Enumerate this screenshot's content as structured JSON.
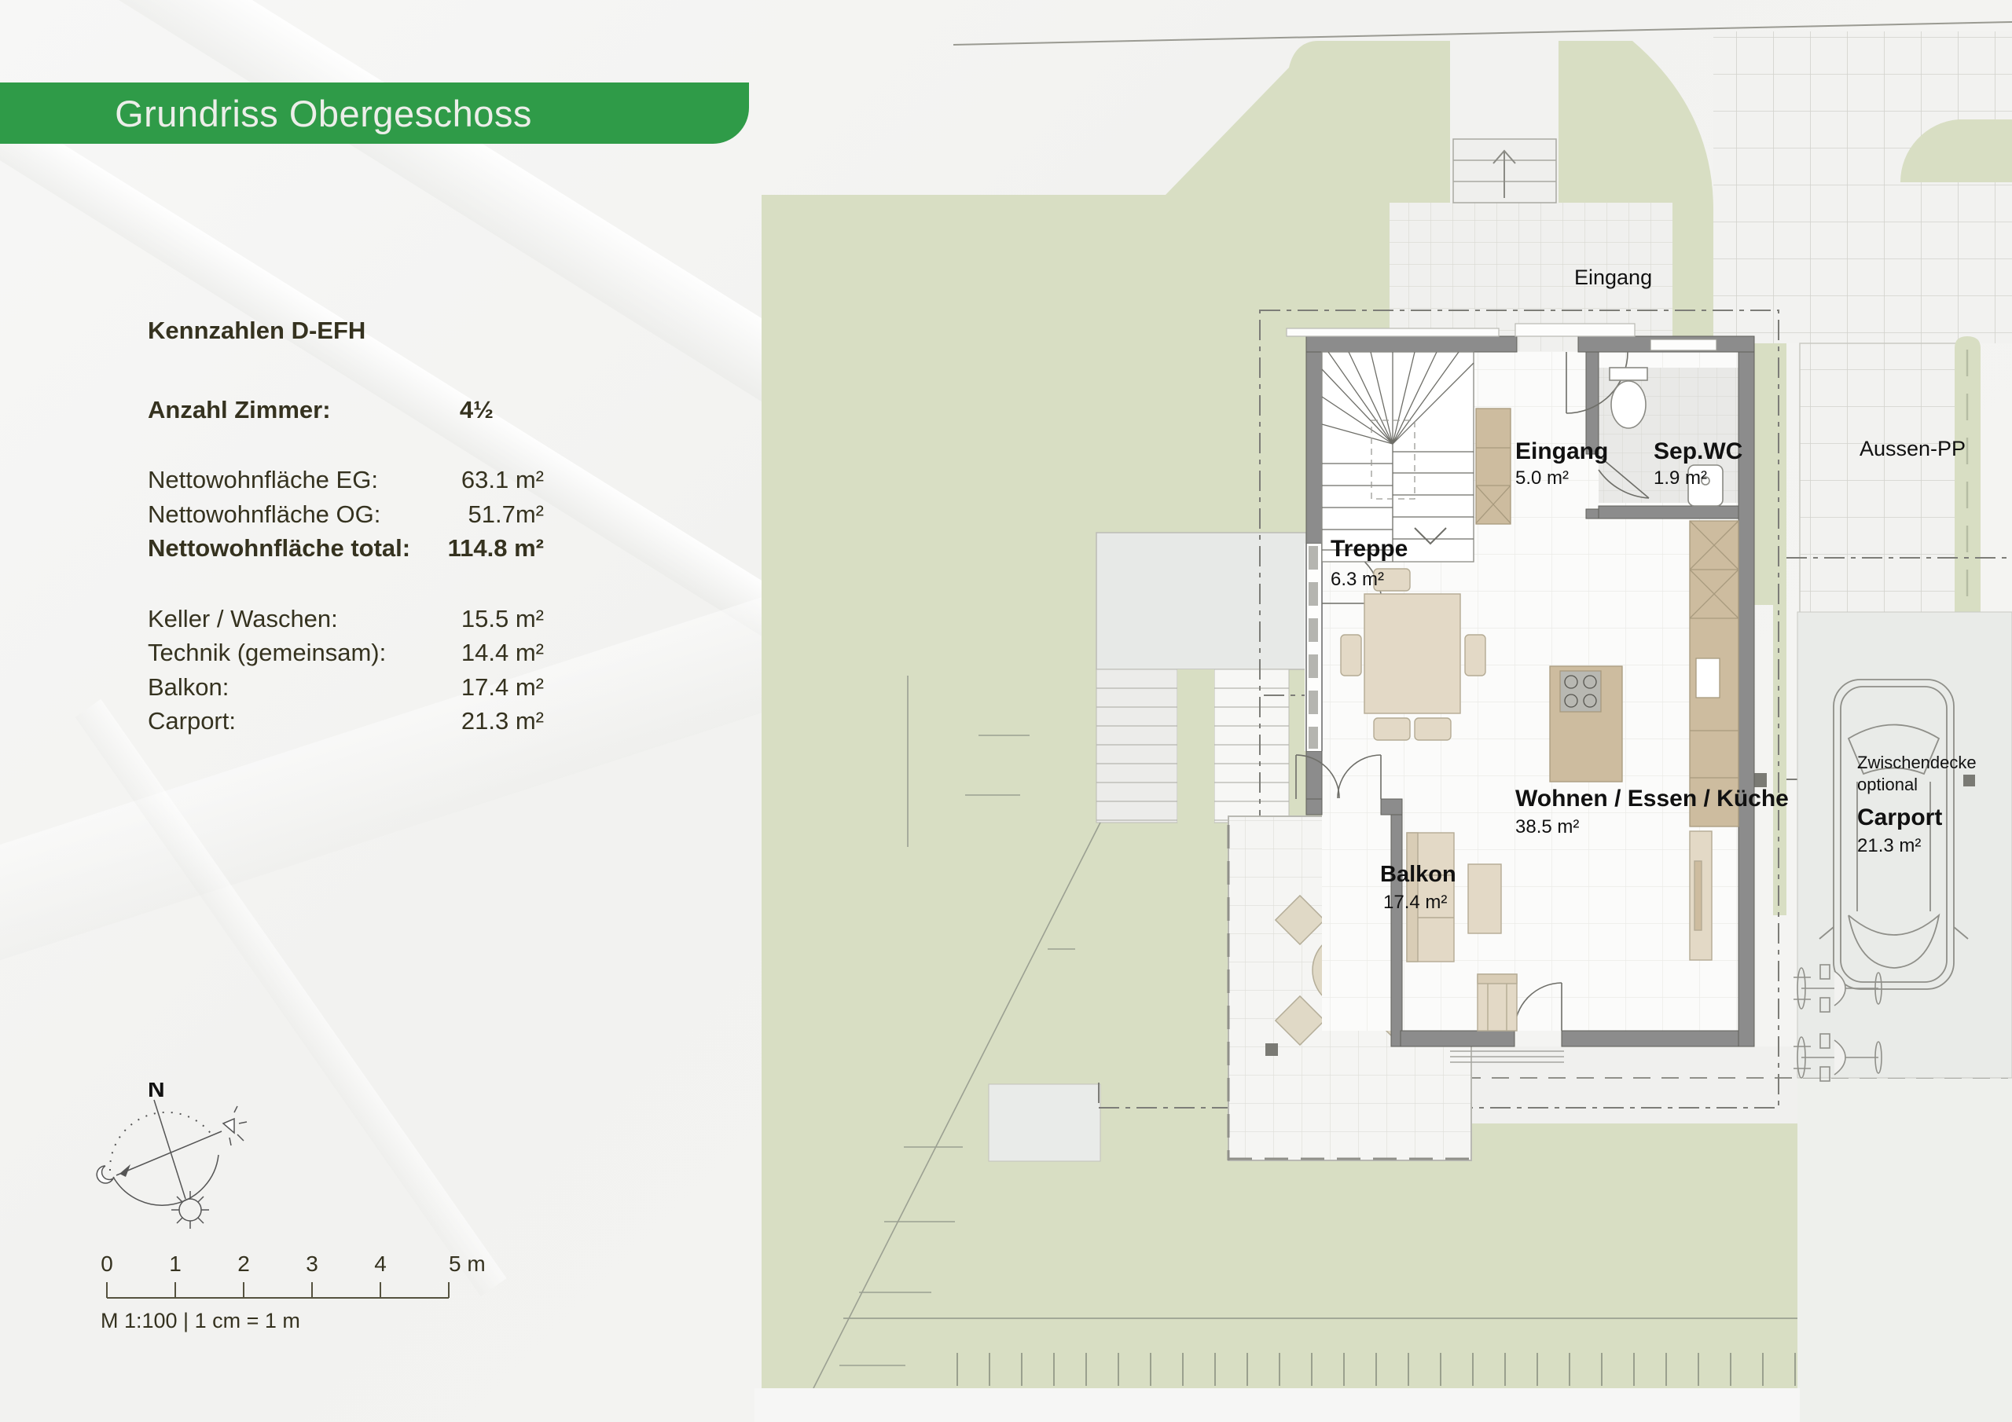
{
  "banner": {
    "title": "Grundriss Obergeschoss"
  },
  "stats": {
    "heading": "Kennzahlen D-EFH",
    "rows": [
      {
        "label": "Anzahl Zimmer:",
        "value": "4½",
        "bold": true,
        "pad": true,
        "gapBefore": false
      },
      {
        "label": "Nettowohnfläche EG:",
        "value": "63.1 m²",
        "gapBefore": true
      },
      {
        "label": "Nettowohnfläche OG:",
        "value": "51.7m²"
      },
      {
        "label": "Nettowohnfläche total:",
        "value": "114.8 m²",
        "bold": true
      },
      {
        "label": "Keller / Waschen:",
        "value": "15.5 m²",
        "gapBefore": true
      },
      {
        "label": "Technik (gemeinsam):",
        "value": "14.4 m²"
      },
      {
        "label": "Balkon:",
        "value": "17.4 m²"
      },
      {
        "label": "Carport:",
        "value": "21.3 m²"
      }
    ]
  },
  "compass": {
    "north_label": "N"
  },
  "scalebar": {
    "ticks": [
      "0",
      "1",
      "2",
      "3",
      "4",
      "5 m"
    ],
    "caption": "M 1:100 | 1 cm = 1 m"
  },
  "plan": {
    "site": {
      "entrance_path": "Eingang",
      "aussen_pp": "Aussen-PP"
    },
    "rooms": {
      "eingang": {
        "name": "Eingang",
        "area": "5.0 m²"
      },
      "sep_wc": {
        "name": "Sep.WC",
        "area": "1.9 m²"
      },
      "treppe": {
        "name": "Treppe",
        "area": "6.3 m²"
      },
      "wohnen": {
        "name": "Wohnen / Essen / Küche",
        "area": "38.5 m²"
      },
      "balkon": {
        "name": "Balkon",
        "area": "17.4 m²"
      },
      "carport": {
        "name": "Carport",
        "area": "21.3 m²",
        "note_line1": "Zwischendecke",
        "note_line2": "optional"
      }
    }
  },
  "colors": {
    "banner_green": "#2f9b48",
    "garden_green": "#d8dec3",
    "wall_gray": "#8c8c8c",
    "furniture_tan": "#cdbc9f",
    "furniture_light": "#e3d9c6",
    "slab_gray": "#e8eae8",
    "text_dark": "#35321f"
  }
}
